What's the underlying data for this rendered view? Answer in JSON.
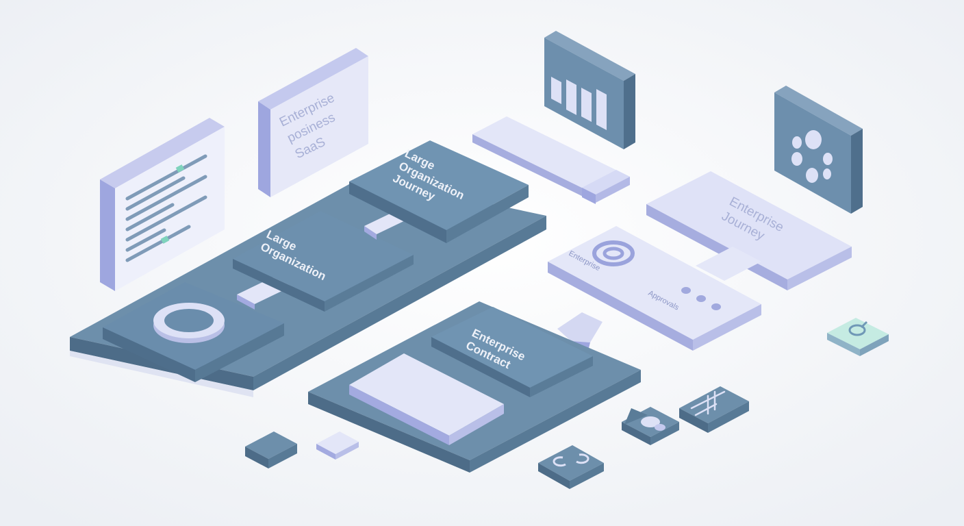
{
  "labels": {
    "board_note": [
      "Enterprise",
      "posiness",
      "SaaS"
    ],
    "card_large_journey": [
      "Large",
      "Organization",
      "Journey"
    ],
    "card_large_org": [
      "Large",
      "Organization"
    ],
    "card_enterprise_contract": [
      "Enterprise",
      "Contract"
    ],
    "panel_enterprise_journey": [
      "Enterprise",
      "Journey"
    ],
    "panel_small_left": "Enterprise",
    "panel_small_right": "Approvals"
  },
  "colors": {
    "background": "#f3f5f8",
    "slate_top": "#6b8eac",
    "slate_side": "#4f6f8c",
    "lavender_top": "#dde1f6",
    "lavender_side": "#9ea6df",
    "mint": "#b9e3d9",
    "accent": "#7d86d3"
  },
  "icons": [
    "document-board-icon",
    "bar-chart-icon",
    "dot-cluster-icon",
    "ring-icon",
    "target-icon",
    "ellipsis-icon",
    "key-icon",
    "rocket-icon",
    "link-icon",
    "code-icon"
  ]
}
